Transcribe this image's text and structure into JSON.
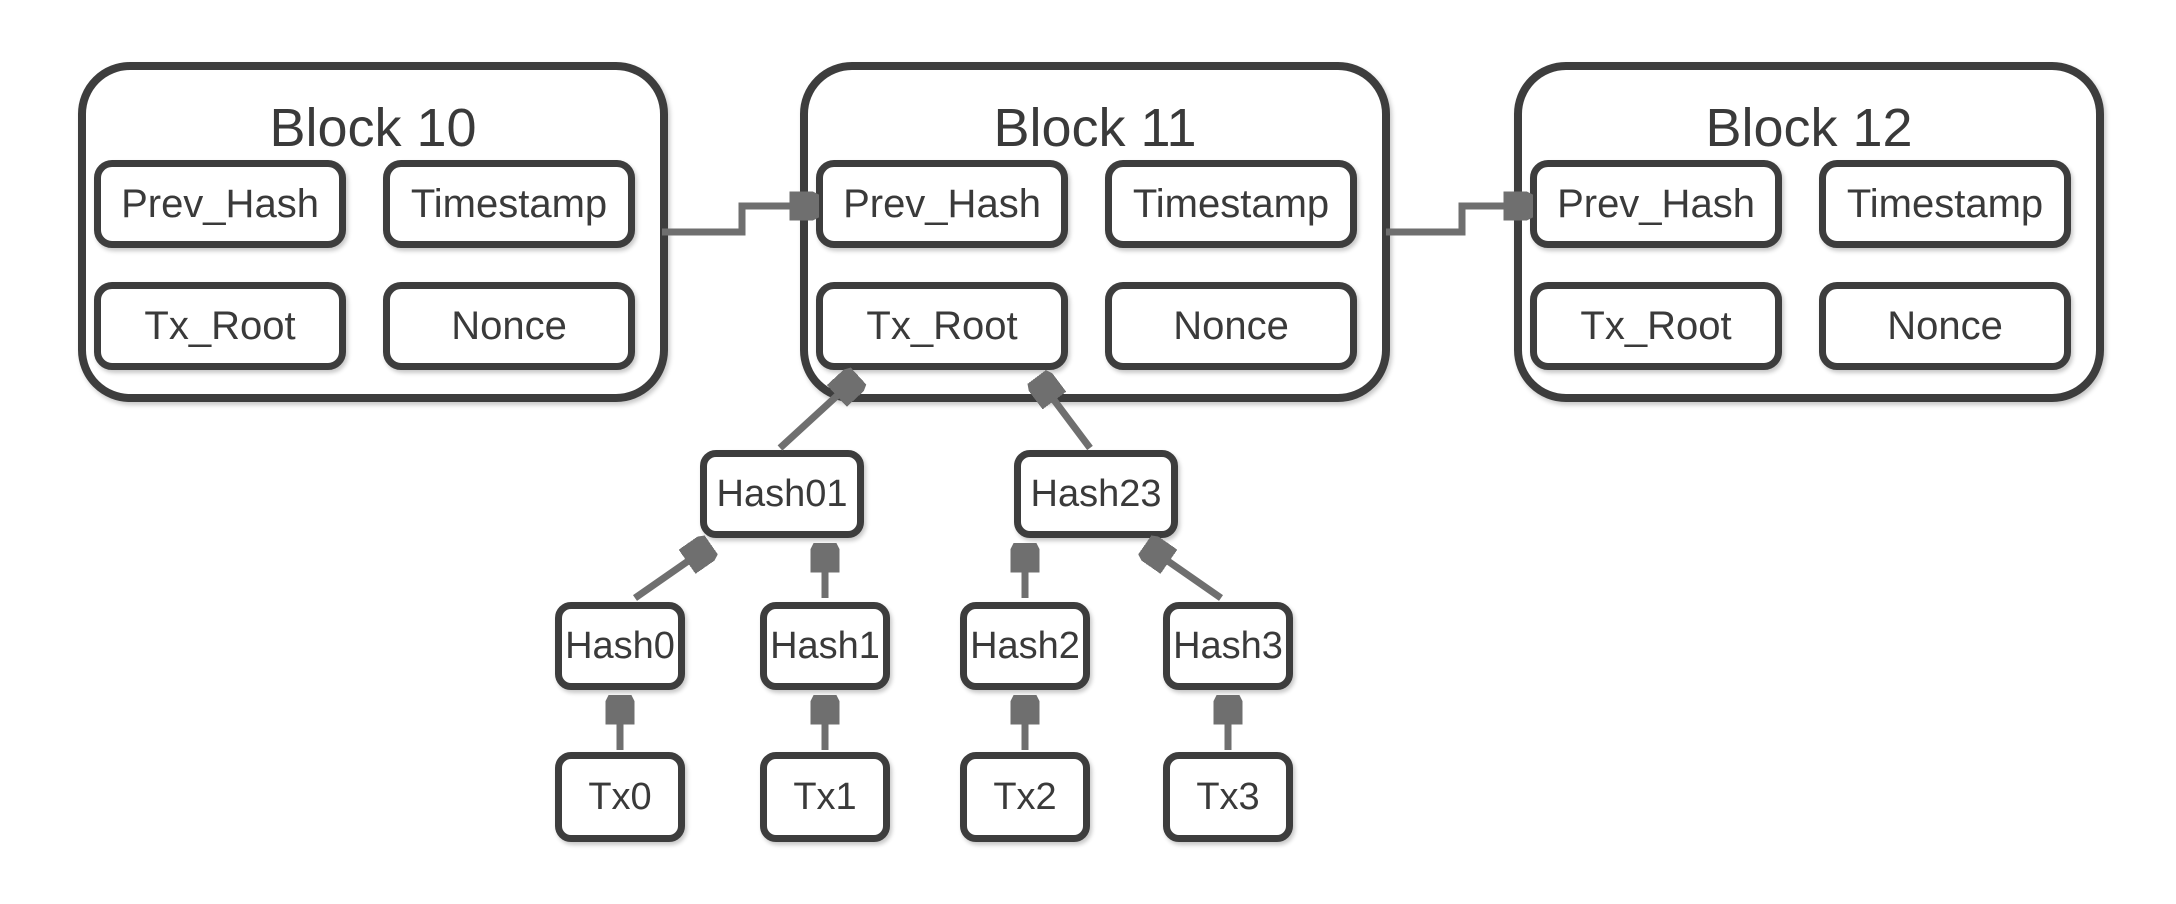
{
  "blocks": [
    {
      "title": "Block 10",
      "fields": [
        "Prev_Hash",
        "Timestamp",
        "Tx_Root",
        "Nonce"
      ]
    },
    {
      "title": "Block 11",
      "fields": [
        "Prev_Hash",
        "Timestamp",
        "Tx_Root",
        "Nonce"
      ]
    },
    {
      "title": "Block 12",
      "fields": [
        "Prev_Hash",
        "Timestamp",
        "Tx_Root",
        "Nonce"
      ]
    }
  ],
  "merkle": {
    "parents": [
      "Hash01",
      "Hash23"
    ],
    "hashes": [
      "Hash0",
      "Hash1",
      "Hash2",
      "Hash3"
    ],
    "transactions": [
      "Tx0",
      "Tx1",
      "Tx2",
      "Tx3"
    ]
  },
  "edges": [
    {
      "from": "Block 10",
      "to": "Block 11 Prev_Hash"
    },
    {
      "from": "Block 11",
      "to": "Block 12 Prev_Hash"
    },
    {
      "from": "Hash01",
      "to": "Block 11 Tx_Root"
    },
    {
      "from": "Hash23",
      "to": "Block 11 Tx_Root"
    },
    {
      "from": "Hash0",
      "to": "Hash01"
    },
    {
      "from": "Hash1",
      "to": "Hash01"
    },
    {
      "from": "Hash2",
      "to": "Hash23"
    },
    {
      "from": "Hash3",
      "to": "Hash23"
    },
    {
      "from": "Tx0",
      "to": "Hash0"
    },
    {
      "from": "Tx1",
      "to": "Hash1"
    },
    {
      "from": "Tx2",
      "to": "Hash2"
    },
    {
      "from": "Tx3",
      "to": "Hash3"
    }
  ],
  "colors": {
    "box_stroke": "#3d3d3d",
    "arrow": "#6f6f6f",
    "text": "#3a3a3a",
    "background": "#ffffff"
  }
}
